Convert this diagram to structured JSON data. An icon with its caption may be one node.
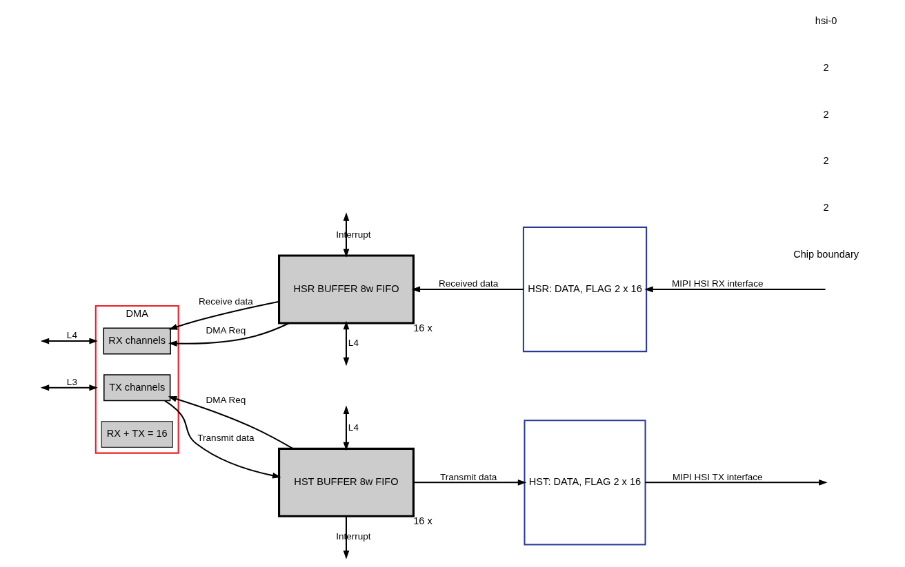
{
  "diagram": {
    "nodes": [
      {
        "text": [
          "DMA"
        ]
      },
      {
        "text": [
          "RX channels"
        ],
        "in": 0
      },
      {
        "text": [
          "TX channels"
        ],
        "in": 0
      },
      {
        "text": [
          "RX + TX = 16"
        ],
        "in": 0
      },
      {
        "text": [
          "HSR BUFFER 8w FIFO"
        ],
        "beside": [
          "16 x"
        ]
      },
      {
        "text": [
          "HST BUFFER 8w FIFO"
        ],
        "beside": [
          "16 x"
        ]
      },
      {
        "text": [
          "HSR: DATA, FLAG 2 x 16"
        ]
      },
      {
        "text": [
          "HST: DATA, FLAG 2 x 16"
        ]
      }
    ],
    "edges": [
      {
        "from": null,
        "to": 0,
        "arrow": "both",
        "label": "L4"
      },
      {
        "from": null,
        "to": 0,
        "arrow": "both",
        "label": "L3"
      },
      {
        "from": null,
        "to": 4,
        "arrow": "both",
        "label": "Interrupt"
      },
      {
        "from": null,
        "to": 4,
        "arrow": "both",
        "label": "L4"
      },
      {
        "from": 4,
        "to": 1,
        "arrow": "to",
        "label": "Receive data"
      },
      {
        "from": 4,
        "to": 1,
        "arrow": "to",
        "label": "DMA Req"
      },
      {
        "from": 6,
        "to": 4,
        "arrow": "to",
        "label": "Received data"
      },
      {
        "from": null,
        "to": 6,
        "arrow": "to",
        "label": "MIPI HSI RX interface"
      },
      {
        "from": 5,
        "to": 2,
        "arrow": "to",
        "label": "DMA Req"
      },
      {
        "from": 2,
        "to": 5,
        "arrow": "to",
        "label": "Transmit data"
      },
      {
        "from": 5,
        "to": 7,
        "arrow": "to",
        "label": "Transmit data"
      },
      {
        "from": 7,
        "to": null,
        "arrow": "to",
        "label": "MIPI HSI TX interface"
      },
      {
        "from": 5,
        "to": null,
        "arrow": "to",
        "label": "Interrupt"
      },
      {
        "from": null,
        "to": 5,
        "arrow": "both",
        "label": "L4"
      }
    ],
    "labels": [
      "Chip boundary",
      "2",
      "2",
      "2",
      "2",
      "hsi-0"
    ]
  }
}
